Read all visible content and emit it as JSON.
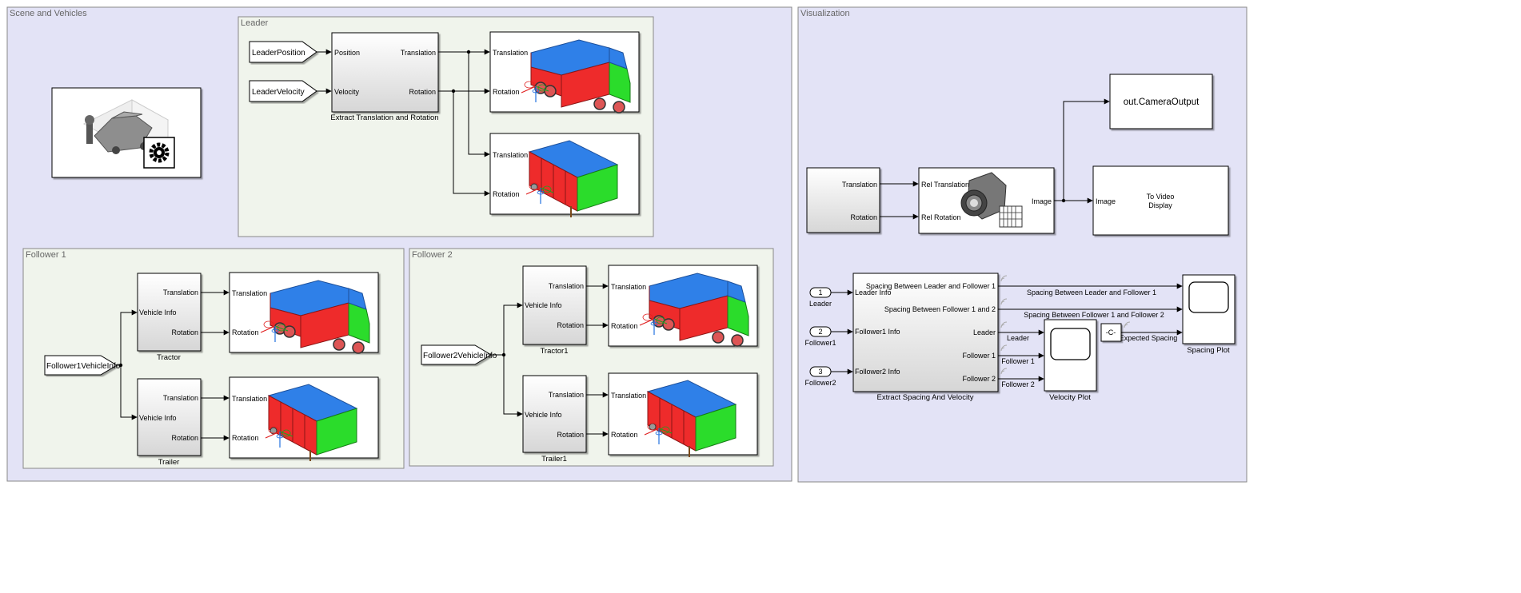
{
  "areas": {
    "scene": "Scene and Vehicles",
    "visualization": "Visualization",
    "leader": "Leader",
    "follower1": "Follower 1",
    "follower2": "Follower 2"
  },
  "tags": {
    "leader_position": "LeaderPosition",
    "leader_velocity": "LeaderVelocity",
    "follower1_info": "Follower1VehicleInfo",
    "follower2_info": "Follower2VehicleInfo"
  },
  "blocks": {
    "extract_tr": {
      "label": "Extract Translation and Rotation",
      "in1": "Position",
      "in2": "Velocity",
      "out1": "Translation",
      "out2": "Rotation"
    },
    "tractor": {
      "label": "Tractor",
      "in1": "Vehicle Info",
      "out1": "Translation",
      "out2": "Rotation"
    },
    "trailer": {
      "label": "Trailer",
      "in1": "Vehicle Info",
      "out1": "Translation",
      "out2": "Rotation"
    },
    "tractor1": {
      "label": "Tractor1",
      "in1": "Vehicle Info",
      "out1": "Translation",
      "out2": "Rotation"
    },
    "trailer1": {
      "label": "Trailer1",
      "in1": "Vehicle Info",
      "out1": "Translation",
      "out2": "Rotation"
    },
    "vehicle_port": {
      "in1": "Translation",
      "in2": "Rotation"
    },
    "camera_src": {
      "out1": "Translation",
      "out2": "Rotation"
    },
    "camera": {
      "in1": "Rel Translation",
      "in2": "Rel Rotation",
      "out1": "Image"
    },
    "to_workspace": {
      "label": "out.CameraOutput"
    },
    "video_display": {
      "in1": "Image",
      "line1": "To Video",
      "line2": "Display"
    },
    "extract_sv": {
      "label": "Extract Spacing And Velocity",
      "in1": "Leader Info",
      "in2": "Follower1 Info",
      "in3": "Follower2 Info",
      "out1": "Spacing Between Leader and Follower 1",
      "out2": "Spacing Between Follower 1 and 2",
      "out3": "Leader",
      "out4": "Follower 1",
      "out5": "Follower 2"
    },
    "velocity_plot": {
      "label": "Velocity Plot"
    },
    "spacing_plot": {
      "label": "Spacing Plot"
    },
    "constant": {
      "value": "-C-"
    }
  },
  "inports": [
    {
      "num": "1",
      "label": "Leader"
    },
    {
      "num": "2",
      "label": "Follower1"
    },
    {
      "num": "3",
      "label": "Follower2"
    }
  ],
  "signals": {
    "s1": "Spacing Between Leader and Follower 1",
    "s2": "Spacing Between Follower 1 and Follower 2",
    "leader": "Leader",
    "follower1": "Follower 1",
    "follower2": "Follower 2",
    "expected": "Expected Spacing"
  },
  "colors": {
    "area_fill": "#e3e3f6",
    "subsystem_fill": "#f0f4ec",
    "truck_red": "#ee2b2b",
    "truck_blue": "#2f80e8",
    "truck_green": "#2bdc2b"
  }
}
